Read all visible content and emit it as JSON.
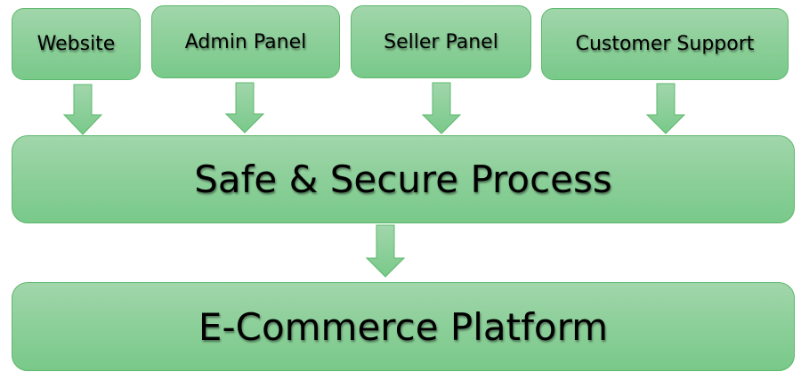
{
  "diagram": {
    "sources": [
      {
        "id": "website",
        "label": "Website"
      },
      {
        "id": "admin-panel",
        "label": "Admin Panel"
      },
      {
        "id": "seller-panel",
        "label": "Seller Panel"
      },
      {
        "id": "customer-support",
        "label": "Customer Support"
      }
    ],
    "process": {
      "label": "Safe & Secure Process"
    },
    "platform": {
      "label": "E-Commerce Platform"
    },
    "edges": [
      {
        "from": "website",
        "to": "process"
      },
      {
        "from": "admin-panel",
        "to": "process"
      },
      {
        "from": "seller-panel",
        "to": "process"
      },
      {
        "from": "customer-support",
        "to": "process"
      },
      {
        "from": "process",
        "to": "platform"
      }
    ],
    "colors": {
      "box_fill_top": "#a1d6ab",
      "box_fill_bottom": "#79c98a",
      "box_border": "#5cb86c",
      "text": "#000000"
    }
  }
}
